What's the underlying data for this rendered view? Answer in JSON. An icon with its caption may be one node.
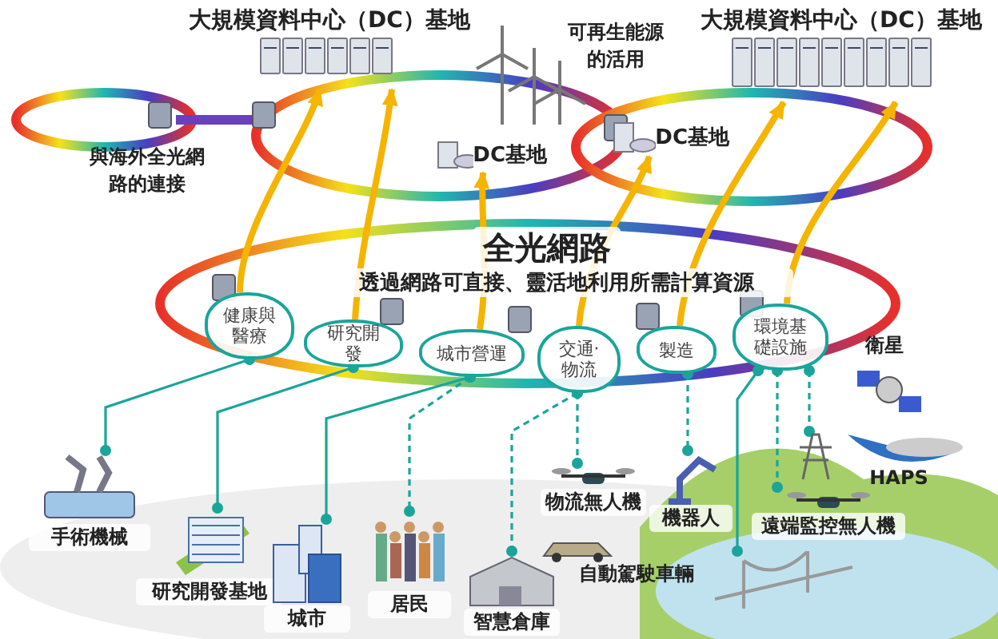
{
  "diagram": {
    "nodes": [
      {
        "text": [
          "大規模資料中心（DC）基地"
        ]
      },
      {
        "text": [
          "大規模資料中心（DC）基地"
        ]
      },
      {
        "text": [
          "DC基地"
        ]
      },
      {
        "text": [
          "DC基地"
        ]
      },
      {
        "text": [
          "健康與醫療"
        ]
      },
      {
        "text": [
          "研究開發"
        ]
      },
      {
        "text": [
          "城市營運"
        ]
      },
      {
        "text": [
          "交通‧物流"
        ]
      },
      {
        "text": [
          "製造"
        ]
      },
      {
        "text": [
          "環境基礎設施"
        ]
      },
      {
        "text": [
          "手術機械"
        ]
      },
      {
        "text": [
          "研究開發基地"
        ]
      },
      {
        "text": [
          "城市"
        ]
      },
      {
        "text": [
          "居民"
        ]
      },
      {
        "text": [
          "智慧倉庫"
        ]
      },
      {
        "text": [
          "物流無人機"
        ]
      },
      {
        "text": [
          "機器人"
        ]
      },
      {
        "text": [
          "遠端監控無人機"
        ]
      },
      {
        "text": [],
        "shape": "picture"
      },
      {
        "text": [],
        "shape": "picture"
      }
    ],
    "edges": [
      {
        "from": 4,
        "to": 0,
        "arrow": "to",
        "style": "thick",
        "color": "#f5b400"
      },
      {
        "from": 5,
        "to": 0,
        "arrow": "to",
        "style": "thick",
        "color": "#f5b400"
      },
      {
        "from": 6,
        "to": 2,
        "arrow": "to",
        "style": "thick",
        "color": "#f5b400"
      },
      {
        "from": 7,
        "to": 3,
        "arrow": "to",
        "style": "thick",
        "color": "#f5b400"
      },
      {
        "from": 8,
        "to": 1,
        "arrow": "to",
        "style": "thick",
        "color": "#f5b400"
      },
      {
        "from": 9,
        "to": 1,
        "arrow": "to",
        "style": "thick",
        "color": "#f5b400"
      },
      {
        "from": 4,
        "to": 10,
        "arrow": "other"
      },
      {
        "from": 5,
        "to": 11,
        "arrow": "other"
      },
      {
        "from": 6,
        "to": 12,
        "arrow": "other"
      },
      {
        "from": 6,
        "to": 13,
        "arrow": "other",
        "style": "dashed"
      },
      {
        "from": 7,
        "to": 14,
        "arrow": "other",
        "style": "dashed"
      },
      {
        "from": 7,
        "to": 15,
        "arrow": "other",
        "style": "dashed"
      },
      {
        "from": 8,
        "to": 16,
        "arrow": "other",
        "style": "dashed"
      },
      {
        "from": 9,
        "to": 18,
        "arrow": "other"
      },
      {
        "from": 9,
        "to": 17,
        "arrow": "other",
        "style": "dashed"
      },
      {
        "from": 9,
        "to": 19,
        "arrow": "other",
        "style": "dashed"
      }
    ],
    "labels": [
      "可再生能源的活用",
      "與海外全光網路的連接",
      "全光網路",
      "透過網路可直接、靈活地利用所需計算資源",
      "衛星",
      "HAPS",
      "自動駕駛車輛"
    ]
  }
}
